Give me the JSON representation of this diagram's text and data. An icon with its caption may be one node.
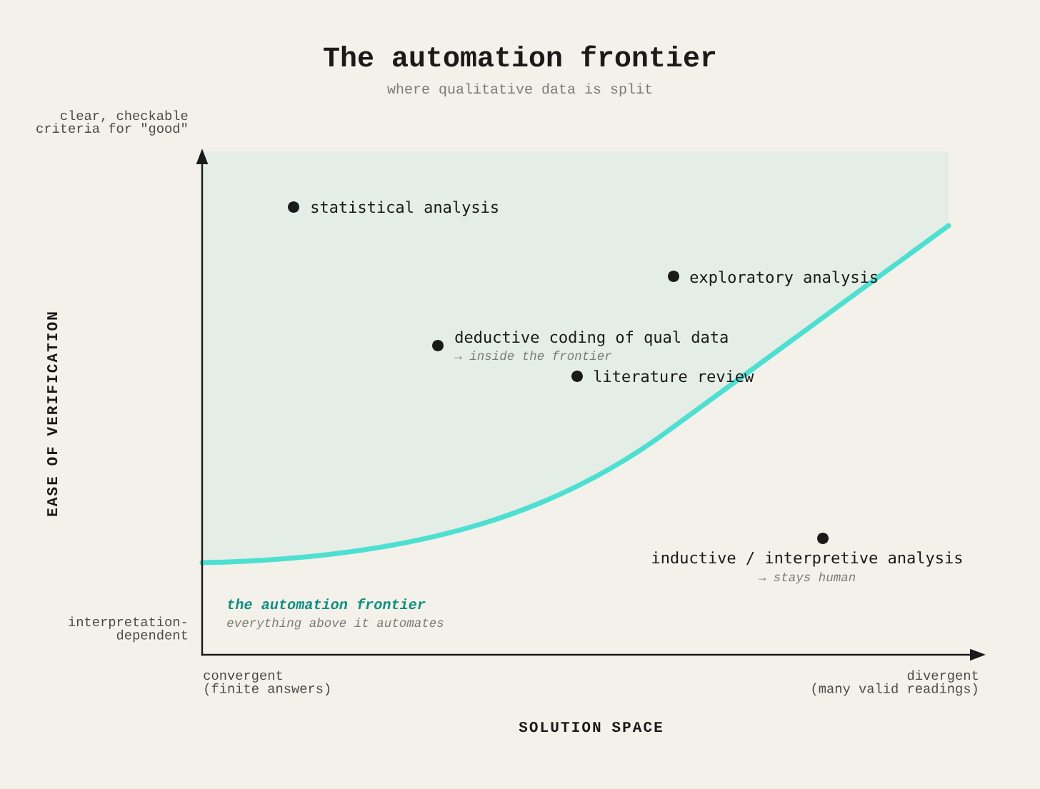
{
  "diagram": {
    "title": "The automation frontier",
    "nodes": [
      {
        "text": [],
        "shape": "circle",
        "beside": [
          "statistical analysis"
        ]
      },
      {
        "text": [],
        "shape": "circle",
        "beside": [
          "exploratory analysis"
        ]
      },
      {
        "text": [],
        "shape": "circle",
        "beside": [
          "deductive coding of qual data",
          "→ inside the frontier"
        ]
      },
      {
        "text": [],
        "shape": "circle",
        "beside": [
          "literature review"
        ]
      },
      {
        "text": [],
        "shape": "circle",
        "beside": [
          "inductive / interpretive analysis",
          "→ stays human"
        ]
      }
    ],
    "labels": [
      "where qualitative data is split",
      "clear, checkable criteria for \"good\"",
      "EASE OF VERIFICATION",
      "the automation frontier",
      "everything above it automates",
      "interpretation-dependent",
      "convergent (finite answers)",
      "divergent (many valid readings)",
      "SOLUTION SPACE"
    ]
  }
}
